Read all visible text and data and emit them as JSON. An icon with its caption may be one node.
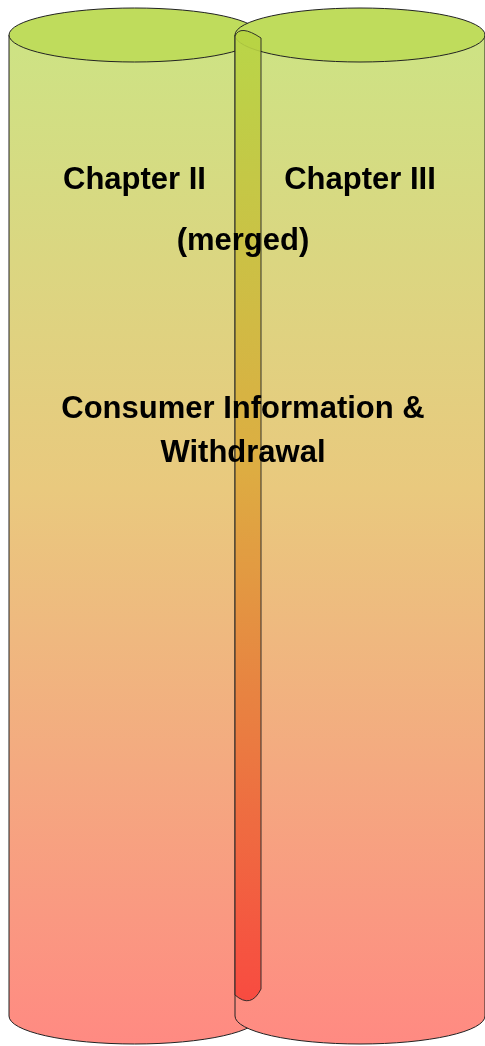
{
  "diagram": {
    "nodes": [
      {
        "text": [
          "Chapter II"
        ]
      },
      {
        "text": [
          "Chapter III"
        ]
      }
    ],
    "labels": [
      "(merged)",
      "Consumer Information & Withdrawal"
    ]
  }
}
